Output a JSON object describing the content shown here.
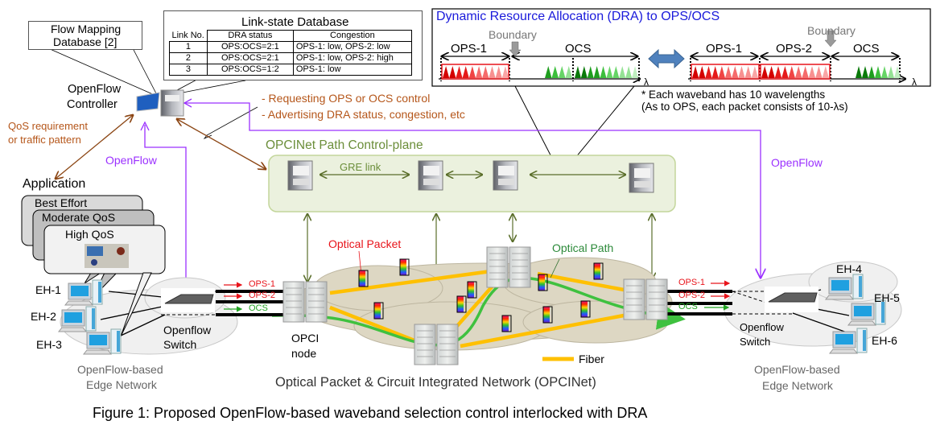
{
  "flow_mapping_db": {
    "line1": "Flow Mapping",
    "line2": "Database [2]"
  },
  "link_state_db": {
    "title": "Link-state Database",
    "headers": [
      "Link No.",
      "DRA status",
      "Congestion"
    ],
    "rows": [
      [
        "1",
        "OPS:OCS=2:1",
        "OPS-1: low, OPS-2: low"
      ],
      [
        "2",
        "OPS:OCS=2:1",
        "OPS-1: low, OPS-2: high"
      ],
      [
        "3",
        "OPS:OCS=1:2",
        "OPS-1: low"
      ]
    ]
  },
  "dra": {
    "title": "Dynamic Resource Allocation (DRA) to OPS/OCS",
    "left": {
      "boundary": "Boundary",
      "bands": [
        "OPS-1",
        "OCS"
      ],
      "lambda": "λ"
    },
    "right": {
      "boundary": "Boundary",
      "bands": [
        "OPS-1",
        "OPS-2",
        "OCS"
      ],
      "lambda": "λ"
    },
    "note1": "* Each waveband has 10 wavelengths",
    "note2": "(As to OPS, each packet consists of 10-λs)",
    "colors": {
      "ops": "#e8141b",
      "ocs": "#22a322",
      "title": "#1a1adb",
      "swap_arrow": "#4f81bd"
    }
  },
  "controller": {
    "line1": "OpenFlow",
    "line2": "Controller"
  },
  "qos": {
    "line1": "QoS requirement",
    "line2": "or traffic pattern"
  },
  "requests": {
    "line1": "- Requesting OPS or OCS control",
    "line2": "- Advertising DRA status, congestion, etc"
  },
  "openflow_left": "OpenFlow",
  "openflow_right": "OpenFlow",
  "control_plane": {
    "title": "OPCINet Path Control-plane",
    "gre_link": "GRE link"
  },
  "application": {
    "title": "Application",
    "levels": [
      "Best Effort",
      "Moderate QoS",
      "High QoS"
    ]
  },
  "edge_left": {
    "hosts": [
      "EH-1",
      "EH-2",
      "EH-3"
    ],
    "switch": {
      "line1": "Openflow",
      "line2": "Switch"
    },
    "label1": "OpenFlow-based",
    "label2": "Edge Network",
    "flows": [
      "OPS-1",
      "OPS-2",
      "OCS"
    ]
  },
  "edge_right": {
    "hosts": [
      "EH-4",
      "EH-5",
      "EH-6"
    ],
    "switch": {
      "line1": "Openflow",
      "line2": "Switch"
    },
    "label1": "OpenFlow-based",
    "label2": "Edge Network",
    "flows": [
      "OPS-1",
      "OPS-2",
      "OCS"
    ]
  },
  "core": {
    "optical_packet": "Optical Packet",
    "optical_path": "Optical Path",
    "opci_node": {
      "line1": "OPCI",
      "line2": "node"
    },
    "fiber_legend": "Fiber",
    "network_name": "Optical Packet & Circuit Integrated Network (OPCINet)"
  },
  "caption": "Figure 1: Proposed OpenFlow-based waveband selection control interlocked with DRA"
}
